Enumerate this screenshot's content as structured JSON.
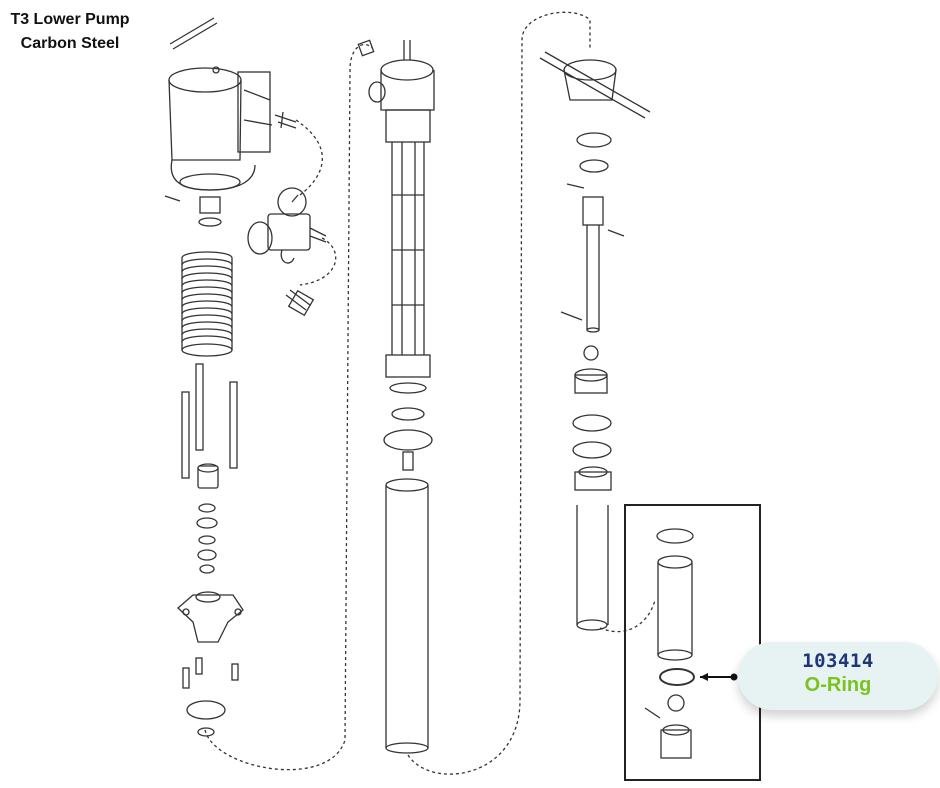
{
  "title": {
    "line1": "T3 Lower Pump",
    "line2": "Carbon Steel"
  },
  "callout": {
    "part_number": "103414",
    "part_name": "O-Ring"
  },
  "colors": {
    "stroke": "#333333",
    "callout_bg": "#e7f3f3",
    "part_number": "#1f3777",
    "part_name": "#7cc21f"
  }
}
